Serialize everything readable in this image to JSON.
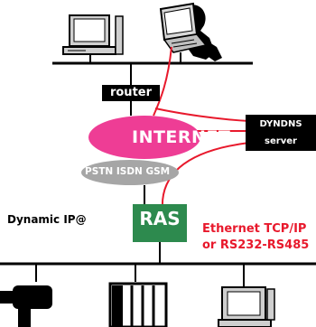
{
  "nodes": {
    "router": "router",
    "internet": "INTERNET",
    "pstn": "PSTN ISDN GSM",
    "dyndns_line1": "DYNDNS",
    "dyndns_line2": "server",
    "ras": "RAS",
    "dynamic_ip": "Dynamic IP@",
    "ethernet_line1": "Ethernet TCP/IP",
    "ethernet_line2": "or RS232-RS485"
  },
  "colors": {
    "internet_fill": "#ee3d95",
    "pstn_fill": "#a6a6a6",
    "ras_fill": "#2d8a4e",
    "arrow_red": "#e8192c",
    "dyndns_fill": "#000000"
  },
  "icons": [
    "desktop-computer-icon",
    "person-at-laptop-icon",
    "security-camera-icon",
    "server-rack-icon",
    "desktop-computer-icon"
  ]
}
